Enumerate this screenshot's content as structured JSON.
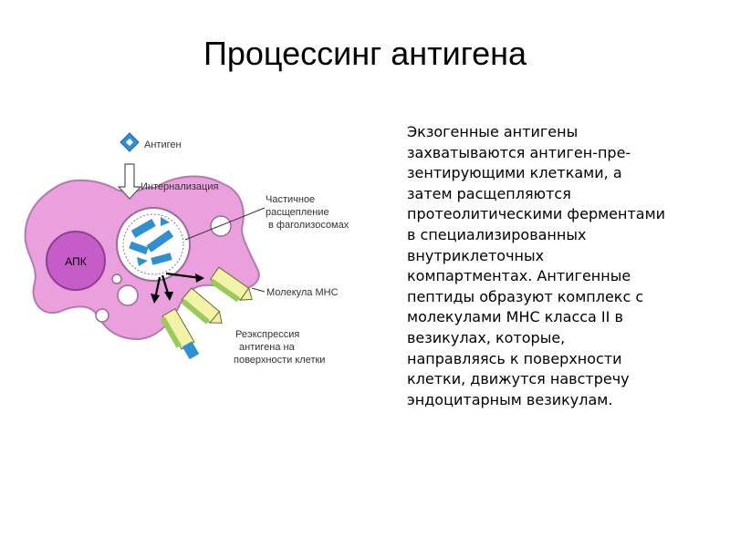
{
  "title": "Процессинг антигена",
  "figure": {
    "labels": {
      "antigen": "Антиген",
      "internalization": "Интернализация",
      "partial_1": "Частичное",
      "partial_2": "расщепление",
      "partial_3": "в фаголизосомах",
      "apc": "АПК",
      "mhc": "Молекула МНС",
      "reexpr_1": "Реэкспрессия",
      "reexpr_2": "антигена на",
      "reexpr_3": "поверхности клетки"
    },
    "colors": {
      "cell": "#e9a0dd",
      "cell_outline": "#b47ab0",
      "nucleus": "#c55cc8",
      "antigen": "#2f8fd0",
      "mhc": "#f2f2a8",
      "arrow": "#000000"
    }
  },
  "body_lines": [
    "Экзогенные антигены",
    "захватываются антиген-пре-",
    "зентирующими клетками, а",
    "затем расщепляются",
    "протеолитическими ферментами",
    "в специализированных",
    "внутриклеточных",
    "компартментах. Антигенные",
    "пептиды образуют комплекс с",
    "молекулами МНС класса II в",
    "везикулах, которые,",
    "направляясь к поверхности",
    "клетки, движутся навстречу",
    "эндоцитарным везикулам."
  ]
}
